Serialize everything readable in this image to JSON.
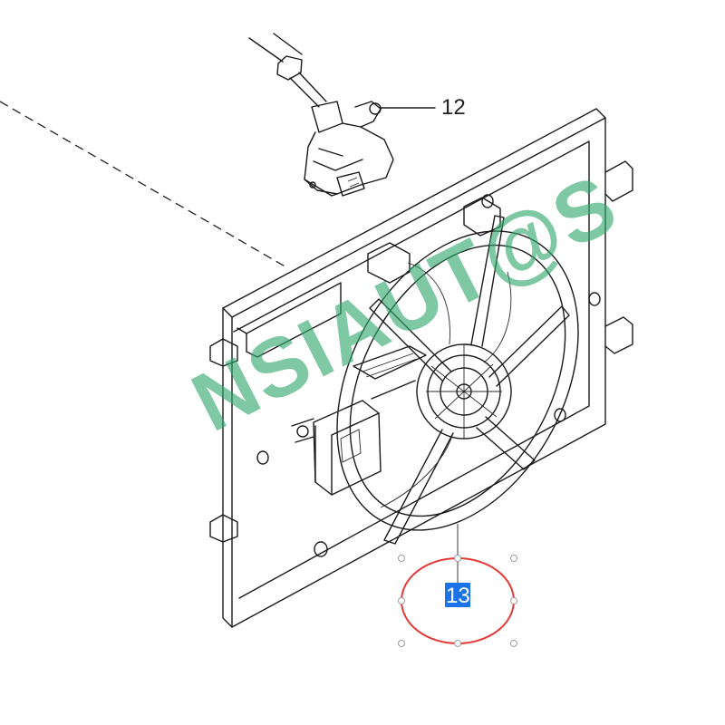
{
  "diagram": {
    "callouts": [
      {
        "id": "part-12",
        "label": "12"
      },
      {
        "id": "part-13",
        "label": "13"
      }
    ],
    "watermark": "NSIAUT@S",
    "selection": {
      "selected_label": "13",
      "ellipse_color": "#e53935",
      "highlight_color": "#1a73e8"
    }
  }
}
